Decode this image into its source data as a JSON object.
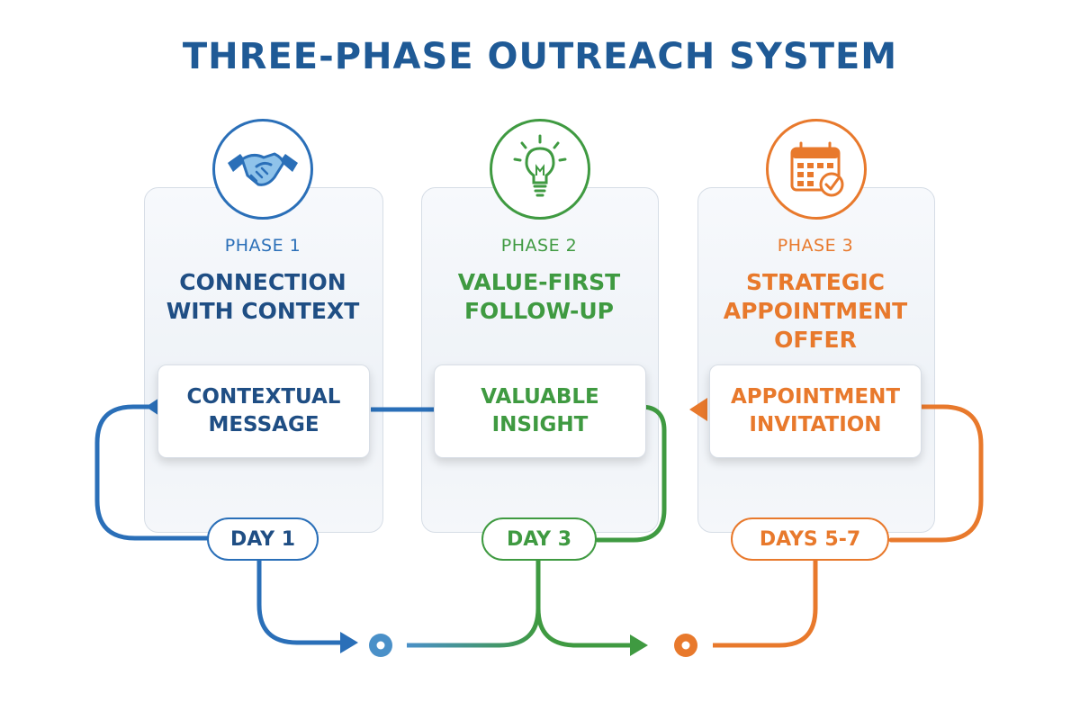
{
  "title": "THREE-PHASE OUTREACH SYSTEM",
  "colors": {
    "blue": "#2a6fb8",
    "navy": "#1f4e84",
    "green": "#3f9a41",
    "orange": "#e8792c"
  },
  "phases": [
    {
      "label": "PHASE 1",
      "title_lines": [
        "CONNECTION",
        "WITH CONTEXT"
      ],
      "message_lines": [
        "CONTEXTUAL",
        "MESSAGE"
      ],
      "day": "DAY 1",
      "icon": "handshake-icon"
    },
    {
      "label": "PHASE 2",
      "title_lines": [
        "VALUE-FIRST",
        "FOLLOW-UP"
      ],
      "message_lines": [
        "VALUABLE",
        "INSIGHT"
      ],
      "day": "DAY 3",
      "icon": "lightbulb-icon"
    },
    {
      "label": "PHASE 3",
      "title_lines": [
        "STRATEGIC",
        "APPOINTMENT",
        "OFFER"
      ],
      "message_lines": [
        "APPOINTMENT",
        "INVITATION"
      ],
      "day": "DAYS 5-7",
      "icon": "calendar-check-icon"
    }
  ]
}
